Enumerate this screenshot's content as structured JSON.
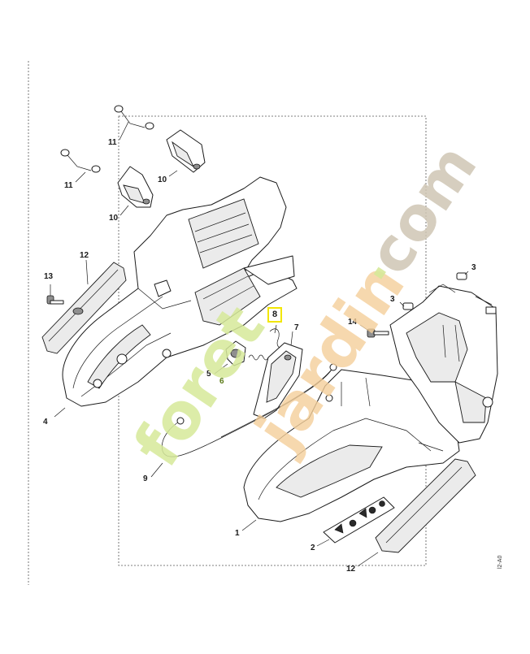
{
  "diagram": {
    "callouts": {
      "c1": "1",
      "c2": "2",
      "c3a": "3",
      "c3b": "3",
      "c4": "4",
      "c5": "5",
      "c6": "6",
      "c7": "7",
      "c8": "8",
      "c9": "9",
      "c10a": "10",
      "c10b": "10",
      "c11a": "11",
      "c11b": "11",
      "c12a": "12",
      "c12b": "12",
      "c13": "13",
      "c14": "14"
    },
    "drawing_code": "l2-A0",
    "highlight_color": "#f2e600",
    "accent_color": "#5a7a16"
  },
  "watermark": {
    "foret": "foret",
    "jardin": "jardin",
    "dot": ".",
    "com": "com",
    "colors": {
      "foret": "#d6e99a",
      "jardin": "#f5cf9a",
      "com": "#cfc6b4"
    }
  }
}
